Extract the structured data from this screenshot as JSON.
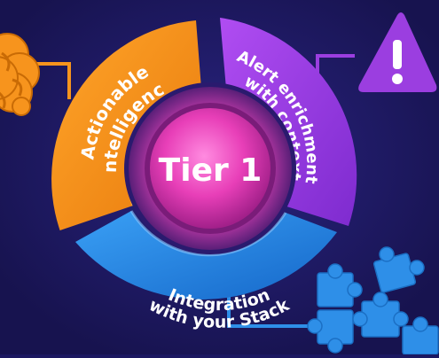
{
  "center": {
    "label": "Tier 1"
  },
  "segments": [
    {
      "id": "actionable",
      "lines": [
        "Actionable",
        "Intelligence"
      ],
      "color": "#f7941d",
      "icon": "brain-icon"
    },
    {
      "id": "alert",
      "lines": [
        "Alert enrichment",
        "with context"
      ],
      "color": "#9b3ee0",
      "icon": "warning-icon"
    },
    {
      "id": "integration",
      "lines": [
        "Integration",
        "with your Stack"
      ],
      "color": "#1e84e8",
      "icon": "puzzle-icon"
    }
  ],
  "colors": {
    "background": "#1c1861",
    "center": "#e83fb8",
    "connector_orange": "#f7941d",
    "connector_purple": "#9b3ee0",
    "connector_blue": "#2e8fe8"
  }
}
